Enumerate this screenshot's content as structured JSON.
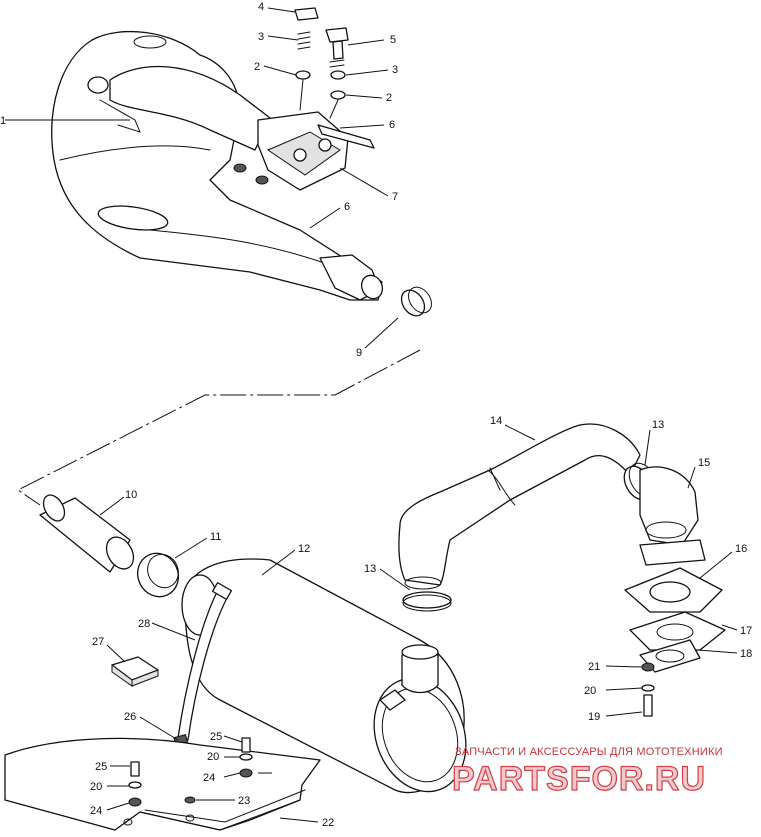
{
  "diagram": {
    "callouts": {
      "c_4": "4",
      "c_3a": "3",
      "c_2a": "2",
      "c_1": "1",
      "c_5": "5",
      "c_3b": "3",
      "c_2b": "2",
      "c_6a": "6",
      "c_7": "7",
      "c_6b": "6",
      "c_9": "9",
      "c_10": "10",
      "c_11": "11",
      "c_12": "12",
      "c_14": "14",
      "c_13a": "13",
      "c_15": "15",
      "c_16": "16",
      "c_13b": "13",
      "c_17": "17",
      "c_18": "18",
      "c_21": "21",
      "c_20a": "20",
      "c_19": "19",
      "c_27": "27",
      "c_28": "28",
      "c_26": "26",
      "c_25a": "25",
      "c_20b": "20",
      "c_24a": "24",
      "c_25b": "25",
      "c_20c": "20",
      "c_24b": "24",
      "c_23": "23",
      "c_22": "22"
    }
  },
  "watermark": {
    "tagline": "ЗАПЧАСТИ И АКСЕССУАРЫ ДЛЯ МОТОТЕХНИКИ",
    "logo": "PARTSFOR.RU",
    "colors": {
      "tagline": "#c9323a",
      "logo_fill": "#f4c9cc",
      "logo_stroke": "#d04048"
    }
  }
}
